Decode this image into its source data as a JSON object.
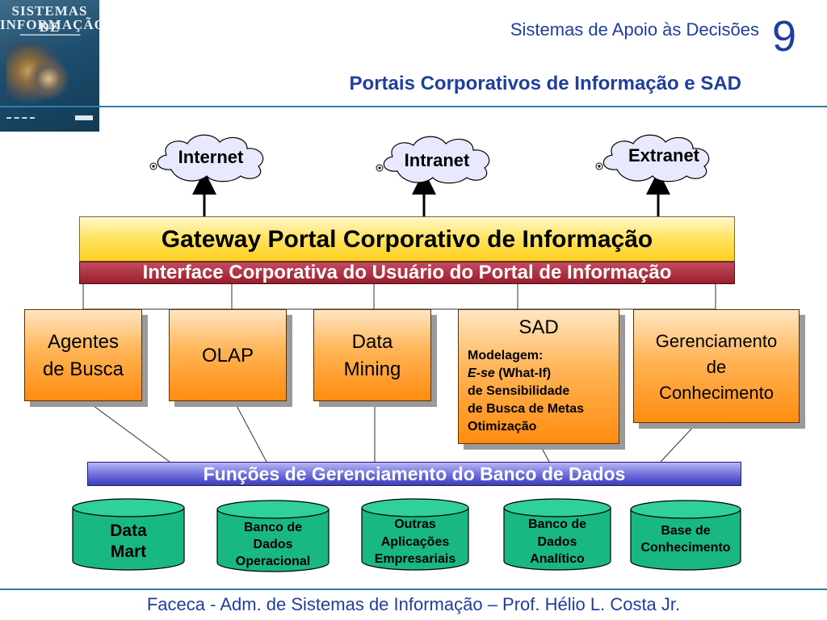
{
  "header": {
    "subtitle": "Sistemas de Apoio às Decisões",
    "chapter_number": "9",
    "title": "Portais Corporativos de Informação e SAD"
  },
  "book_cover": {
    "title_line1": "SISTEMAS DE",
    "title_line2": "INFORMAÇÃO"
  },
  "networks": [
    "Internet",
    "Intranet",
    "Extranet"
  ],
  "gateway": "Gateway Portal Corporativo de Informação",
  "interface": "Interface Corporativa do Usuário do Portal de Informação",
  "tools": {
    "agentes": [
      "Agentes",
      "de Busca"
    ],
    "olap": "OLAP",
    "data_mining": [
      "Data",
      "Mining"
    ],
    "sad": {
      "title": "SAD",
      "lines": [
        "Modelagem:",
        "E-se",
        "(What-If)",
        "de Sensibilidade",
        "de Busca de Metas",
        "Otimização"
      ]
    },
    "gerenciamento": [
      "Gerenciamento",
      "de",
      "Conhecimento"
    ]
  },
  "dbms": "Funções de Gerenciamento do Banco de Dados",
  "databases": {
    "data_mart": [
      "Data",
      "Mart"
    ],
    "operacional": [
      "Banco de",
      "Dados",
      "Operacional"
    ],
    "outras": [
      "Outras",
      "Aplicações",
      "Empresariais"
    ],
    "analitico": [
      "Banco de",
      "Dados",
      "Analítico"
    ],
    "conhecimento": [
      "Base de",
      "Conhecimento"
    ]
  },
  "footer": "Faceca - Adm. de Sistemas de Informação – Prof. Hélio L. Costa Jr."
}
